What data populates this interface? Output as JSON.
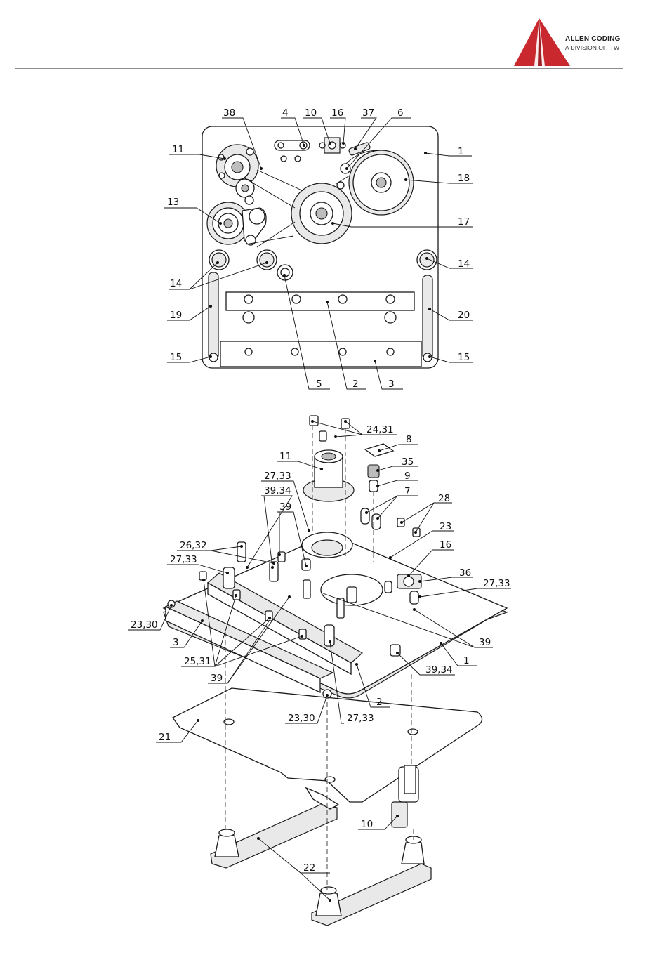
{
  "brand": {
    "name": "ALLEN CODING",
    "tagline": "A DIVISION OF ITW",
    "color": "#c8282e"
  },
  "front_view": {
    "callouts": [
      "38",
      "4",
      "10",
      "16",
      "37",
      "6",
      "11",
      "1",
      "18",
      "13",
      "17",
      "14",
      "14",
      "19",
      "20",
      "15",
      "15",
      "5",
      "2",
      "3"
    ]
  },
  "exploded_view": {
    "callouts": [
      "24,31",
      "8",
      "11",
      "35",
      "27,33",
      "9",
      "39,34",
      "7",
      "28",
      "39",
      "23",
      "26,32",
      "16",
      "27,33",
      "36",
      "27,33",
      "23,30",
      "3",
      "39",
      "1",
      "25,31",
      "39,34",
      "39",
      "2",
      "23,30",
      "27,33",
      "21",
      "10",
      "22"
    ]
  }
}
